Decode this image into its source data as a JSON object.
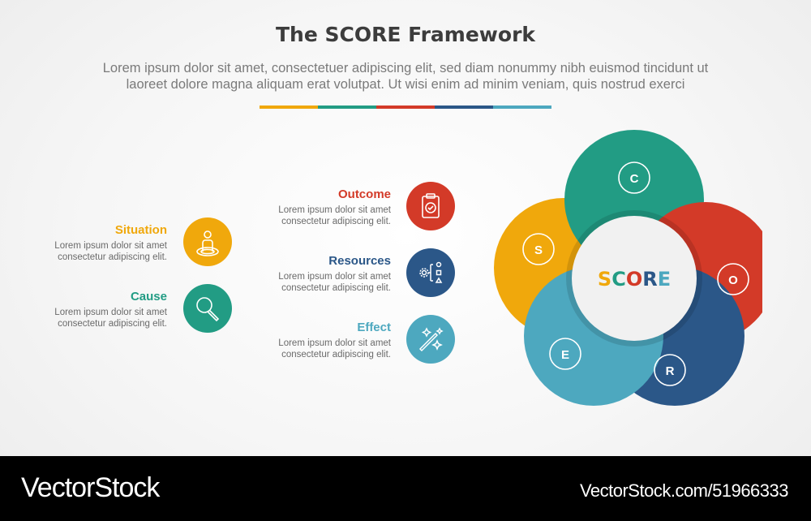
{
  "header": {
    "title": "The SCORE Framework",
    "subtitle_line1": "Lorem ipsum dolor sit amet, consectetuer adipiscing elit, sed diam nonummy nibh euismod tincidunt ut",
    "subtitle_line2": "laoreet dolore magna aliquam erat volutpat. Ut wisi enim ad minim veniam, quis nostrud exerci"
  },
  "colors": {
    "situation": "#f0a80c",
    "cause": "#229c84",
    "outcome": "#d33a28",
    "resources": "#2b5788",
    "effect": "#4da8bf"
  },
  "items": [
    {
      "key": "situation",
      "label": "Situation",
      "desc1": "Lorem ipsum dolor sit amet",
      "desc2": "consectetur adipiscing elit.",
      "icon": "person-target-icon"
    },
    {
      "key": "cause",
      "label": "Cause",
      "desc1": "Lorem ipsum dolor sit amet",
      "desc2": "consectetur adipiscing elit.",
      "icon": "magnifier-icon"
    },
    {
      "key": "outcome",
      "label": "Outcome",
      "desc1": "Lorem ipsum dolor sit amet",
      "desc2": "consectetur adipiscing elit.",
      "icon": "clipboard-check-icon"
    },
    {
      "key": "resources",
      "label": "Resources",
      "desc1": "Lorem ipsum dolor sit amet",
      "desc2": "consectetur adipiscing elit.",
      "icon": "gear-shapes-icon"
    },
    {
      "key": "effect",
      "label": "Effect",
      "desc1": "Lorem ipsum dolor sit amet",
      "desc2": "consectetur adipiscing elit.",
      "icon": "magic-wand-icon"
    }
  ],
  "diagram": {
    "center_label": "SCORE",
    "petals": [
      "C",
      "O",
      "R",
      "E",
      "S"
    ]
  },
  "footer": {
    "brand": "VectorStock",
    "url": "VectorStock.com/51966333"
  }
}
